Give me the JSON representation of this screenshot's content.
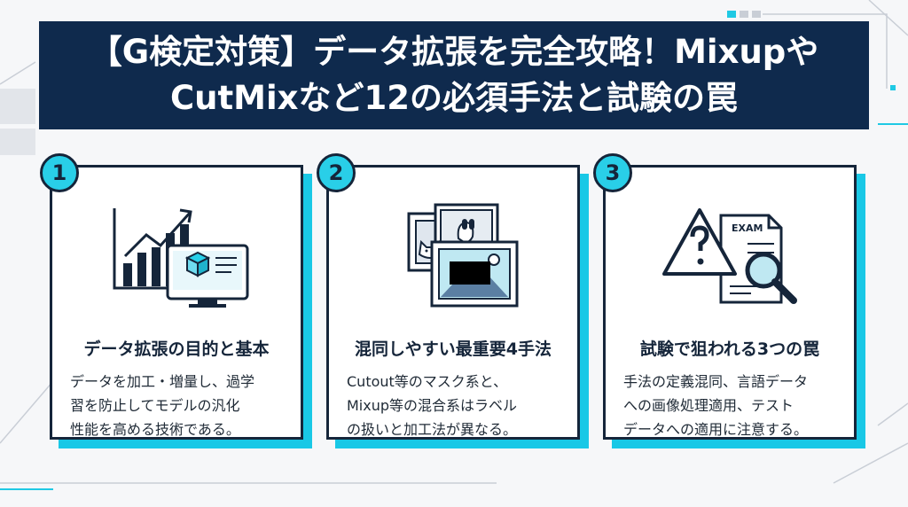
{
  "title": {
    "line1": "【G検定対策】データ拡張を完全攻略！Mixupや",
    "line2": "CutMixなど12の必須手法と試験の罠"
  },
  "cards": [
    {
      "number": "1",
      "icon": "growth-chart-monitor-icon",
      "heading": "データ拡張の目的と基本",
      "body": [
        "データを加工・増量し、過学",
        "習を防止してモデルの汎化",
        "性能を高める技術である。"
      ]
    },
    {
      "number": "2",
      "icon": "image-stack-masked-icon",
      "heading": "混同しやすい最重要4手法",
      "body": [
        "Cutout等のマスク系と、",
        "Mixup等の混合系はラベル",
        "の扱いと加工法が異なる。"
      ]
    },
    {
      "number": "3",
      "icon": "exam-warning-magnifier-icon",
      "icon_text": "EXAM",
      "heading": "試験で狙われる3つの罠",
      "body": [
        "手法の定義混同、言語データ",
        "への画像処理適用、テスト",
        "データへの適用に注意する。"
      ]
    }
  ],
  "colors": {
    "navy": "#0f2a4d",
    "accent_cyan": "#29cfe8",
    "outline": "#15253a"
  }
}
